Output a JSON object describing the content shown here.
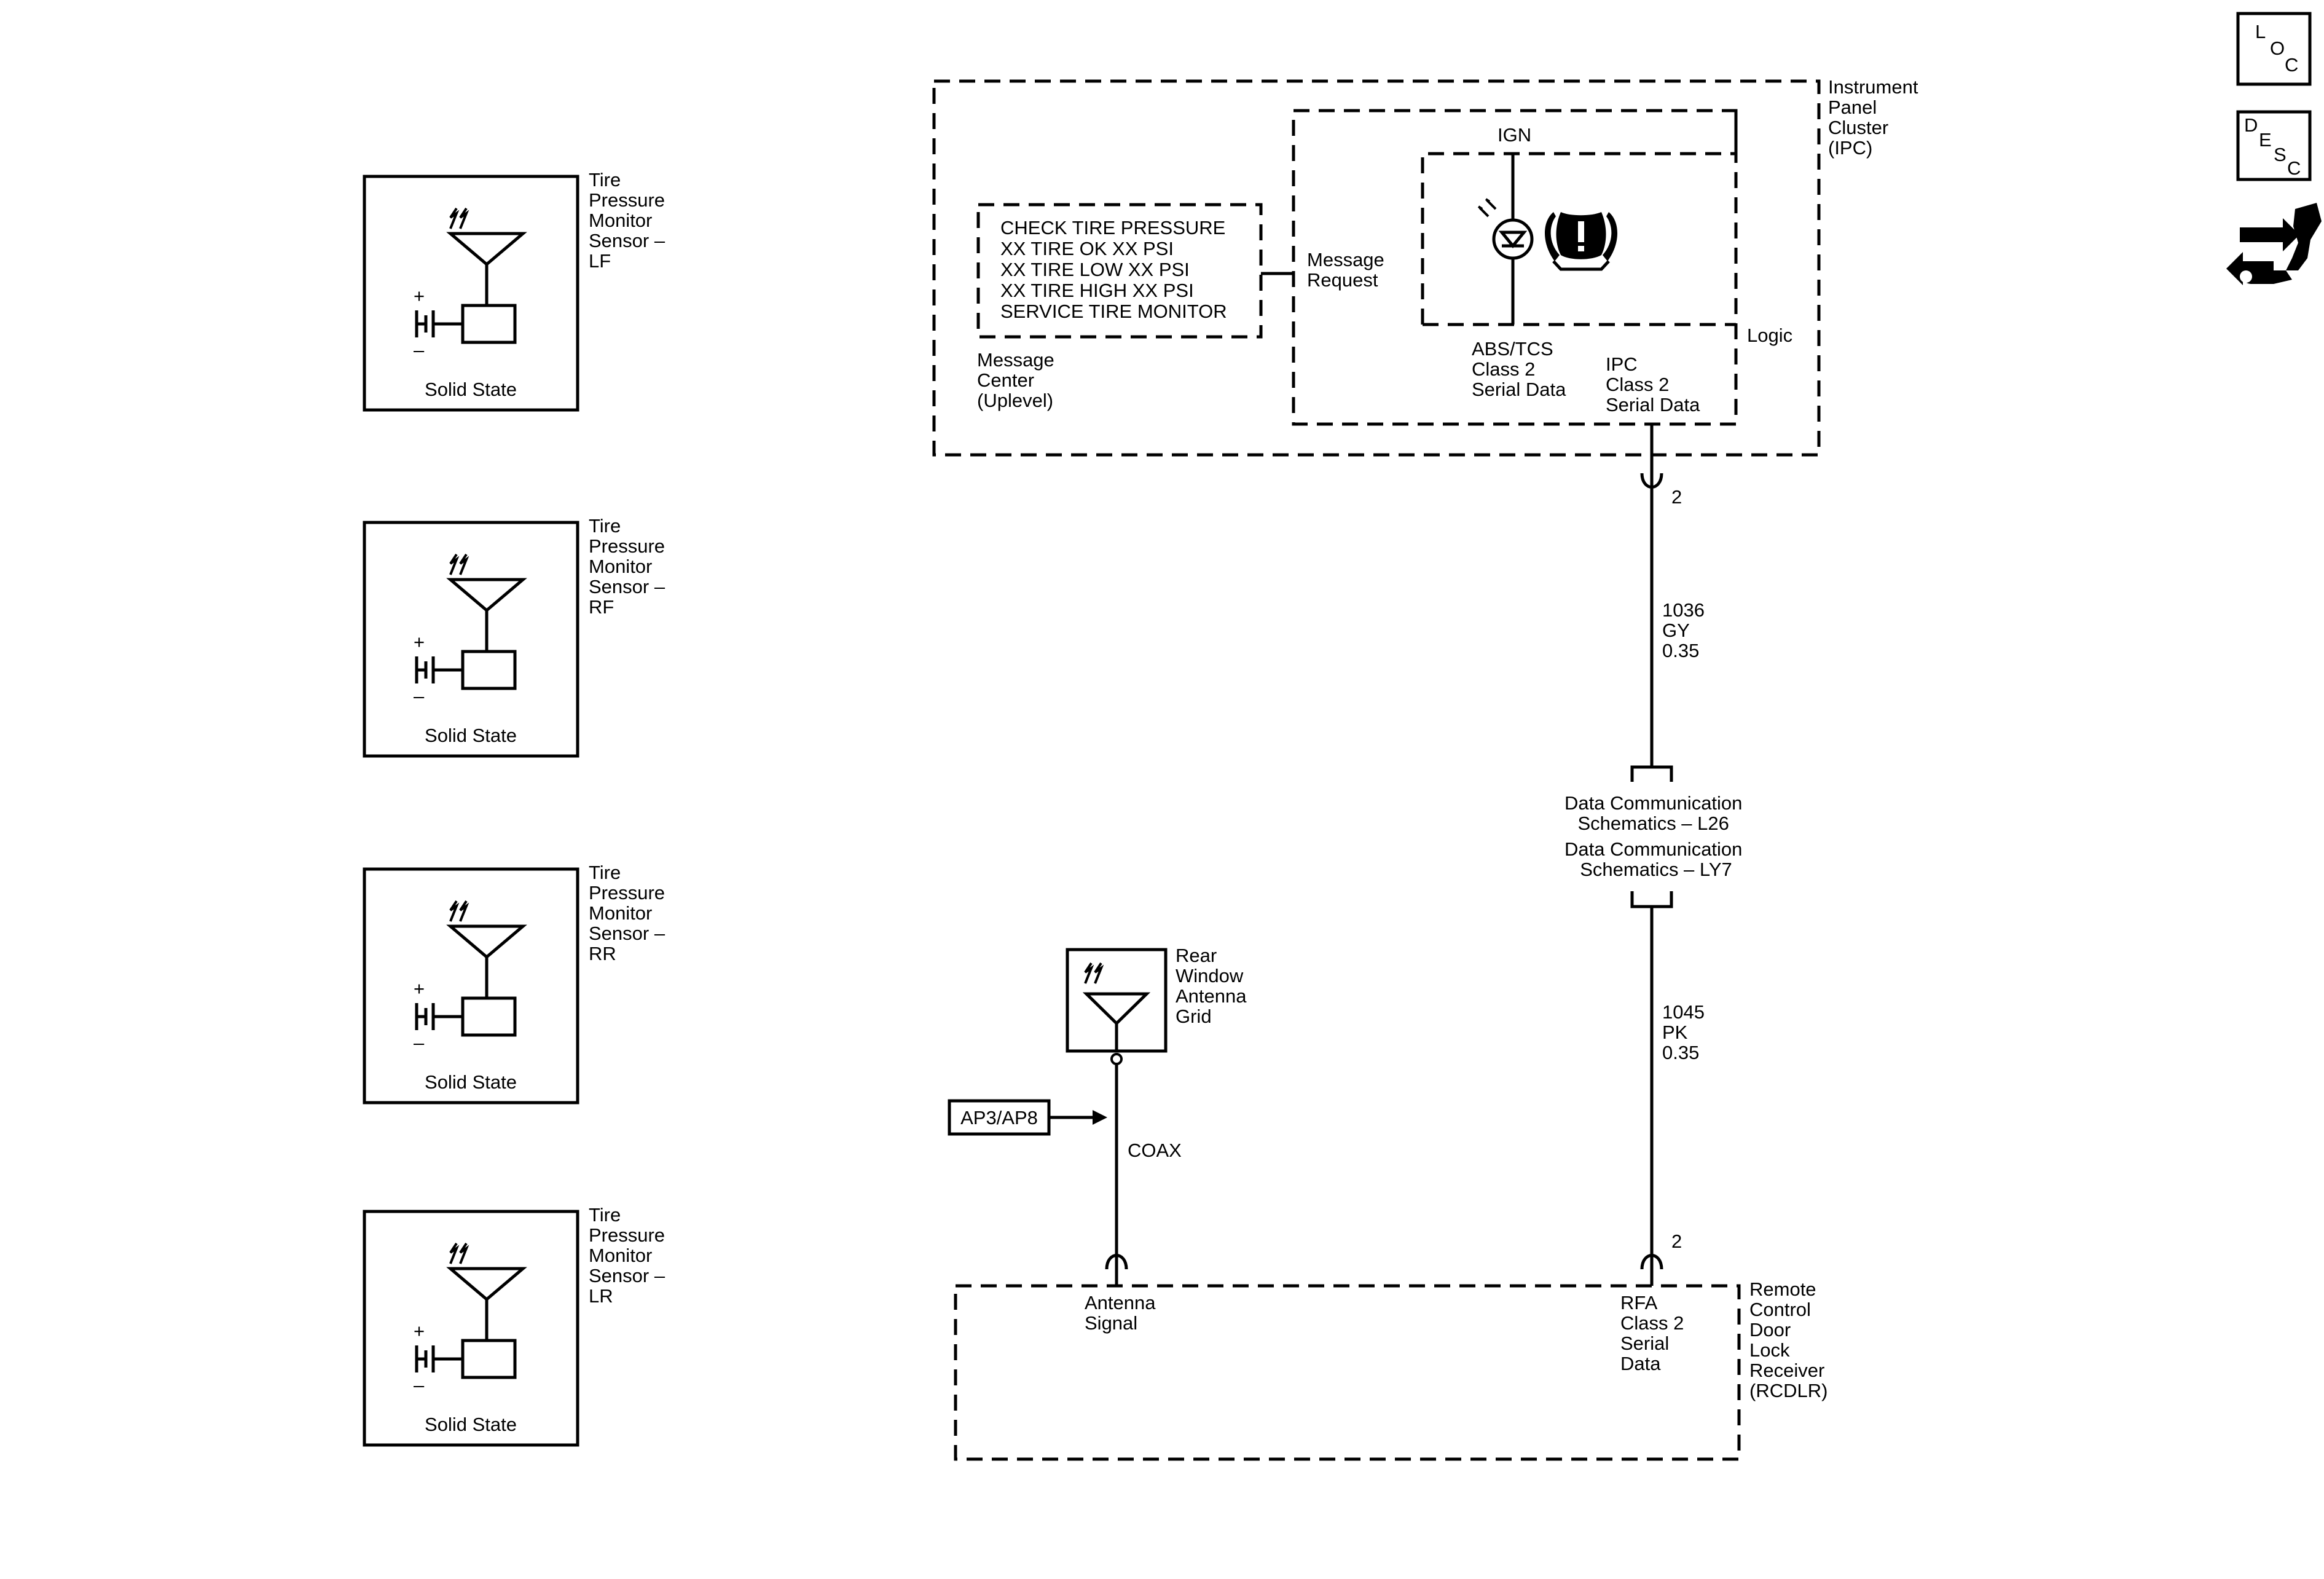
{
  "sensors": [
    {
      "title": [
        "Tire",
        "Pressure",
        "Monitor",
        "Sensor –",
        "LF"
      ],
      "state": "Solid State",
      "plus": "+",
      "minus": "–"
    },
    {
      "title": [
        "Tire",
        "Pressure",
        "Monitor",
        "Sensor –",
        "RF"
      ],
      "state": "Solid State",
      "plus": "+",
      "minus": "–"
    },
    {
      "title": [
        "Tire",
        "Pressure",
        "Monitor",
        "Sensor –",
        "RR"
      ],
      "state": "Solid State",
      "plus": "+",
      "minus": "–"
    },
    {
      "title": [
        "Tire",
        "Pressure",
        "Monitor",
        "Sensor –",
        "LR"
      ],
      "state": "Solid State",
      "plus": "+",
      "minus": "–"
    }
  ],
  "ipc": {
    "title": [
      "Instrument",
      "Panel",
      "Cluster",
      "(IPC)"
    ],
    "ign": "IGN",
    "logic": "Logic",
    "message_request": [
      "Message",
      "Request"
    ],
    "abs_tcs": [
      "ABS/TCS",
      "Class 2",
      "Serial Data"
    ],
    "ipc_serial": [
      "IPC",
      "Class 2",
      "Serial Data"
    ],
    "messages": [
      "CHECK TIRE PRESSURE",
      "XX TIRE OK XX PSI",
      "XX TIRE LOW XX PSI",
      "XX TIRE HIGH XX PSI",
      "SERVICE TIRE MONITOR"
    ],
    "message_center": [
      "Message",
      "Center",
      "(Uplevel)"
    ],
    "icon": "tire-pressure-warning-icon"
  },
  "wires": {
    "pin_top": "2",
    "pin_bottom": "2",
    "upper": [
      "1036",
      "GY",
      "0.35"
    ],
    "lower": [
      "1045",
      "PK",
      "0.35"
    ],
    "data_comm": [
      "Data Communication",
      "Schematics – L26",
      "Data Communication",
      "Schematics – LY7"
    ],
    "coax": "COAX"
  },
  "antenna": {
    "title": [
      "Rear",
      "Window",
      "Antenna",
      "Grid"
    ],
    "option": "AP3/AP8"
  },
  "rcdlr": {
    "title": [
      "Remote",
      "Control",
      "Door",
      "Lock",
      "Receiver",
      "(RCDLR)"
    ],
    "antenna_signal": [
      "Antenna",
      "Signal"
    ],
    "rfa": [
      "RFA",
      "Class 2",
      "Serial",
      "Data"
    ]
  },
  "nav": {
    "loc_icon": "loc-icon",
    "loc_letters": [
      "L",
      "O",
      "C"
    ],
    "desc_icon": "desc-icon",
    "desc_letters": [
      "D",
      "E",
      "S",
      "C"
    ],
    "connector_icon": "connector-tool-icon"
  }
}
